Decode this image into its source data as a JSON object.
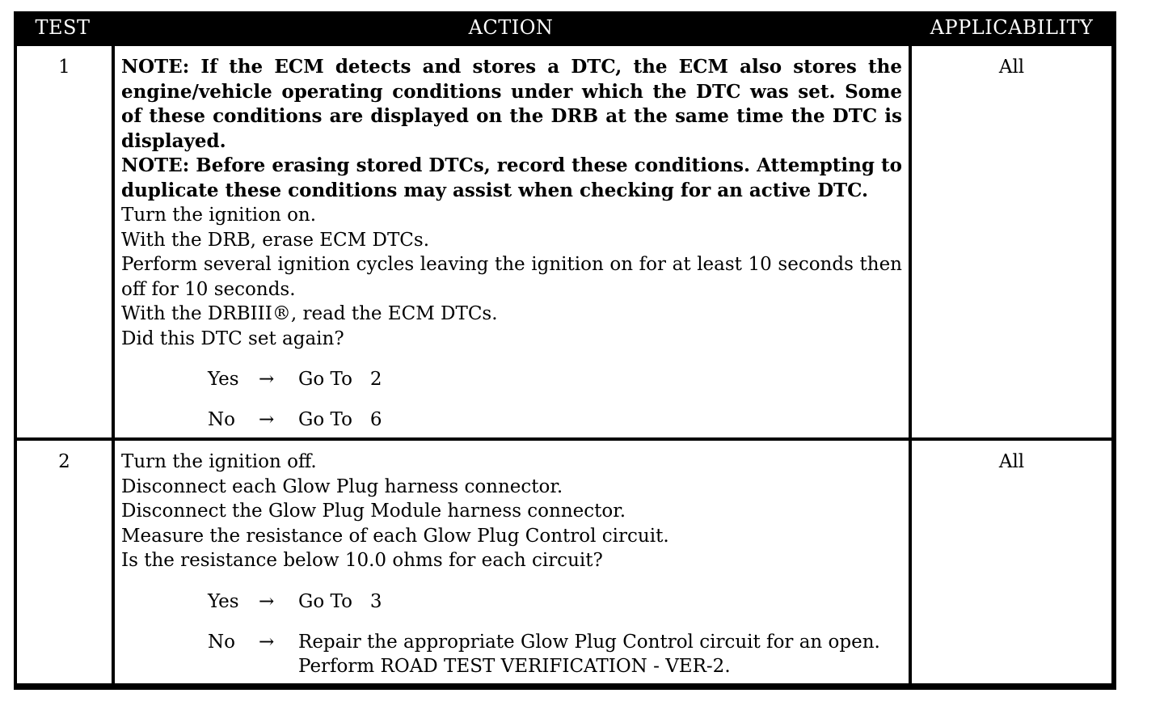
{
  "table": {
    "headers": {
      "test": "TEST",
      "action": "ACTION",
      "applicability": "APPLICABILITY"
    },
    "rows": [
      {
        "test": "1",
        "applicability": "All",
        "paragraphs": [
          "NOTE: If the ECM detects and stores a DTC, the ECM also stores the engine/vehicle operating conditions under which the DTC was set. Some of these conditions are displayed on the DRB at the same time the DTC is displayed.",
          "NOTE: Before erasing stored DTCs, record these conditions. Attempting to duplicate these conditions may assist when checking for an active DTC.",
          "Turn the ignition on.",
          "With the DRB, erase ECM DTCs.",
          "Perform several ignition cycles leaving the ignition on for at least 10 seconds then off for 10 seconds.",
          "With the DRBIII®, read the ECM DTCs.",
          "Did this DTC set again?"
        ],
        "branches": [
          {
            "answer": "Yes",
            "arrow": "→",
            "result": "Go To   2"
          },
          {
            "answer": "No",
            "arrow": "→",
            "result": "Go To   6"
          }
        ]
      },
      {
        "test": "2",
        "applicability": "All",
        "paragraphs": [
          "Turn the ignition off.",
          "Disconnect each Glow Plug harness connector.",
          "Disconnect the Glow Plug Module harness connector.",
          "Measure the resistance of each Glow Plug Control circuit.",
          "Is the resistance below 10.0 ohms for each circuit?"
        ],
        "branches": [
          {
            "answer": "Yes",
            "arrow": "→",
            "result": "Go To   3"
          },
          {
            "answer": "No",
            "arrow": "→",
            "result": "Repair the appropriate Glow Plug Control circuit for an open.",
            "result_line2": "Perform ROAD TEST VERIFICATION - VER-2."
          }
        ]
      }
    ]
  }
}
